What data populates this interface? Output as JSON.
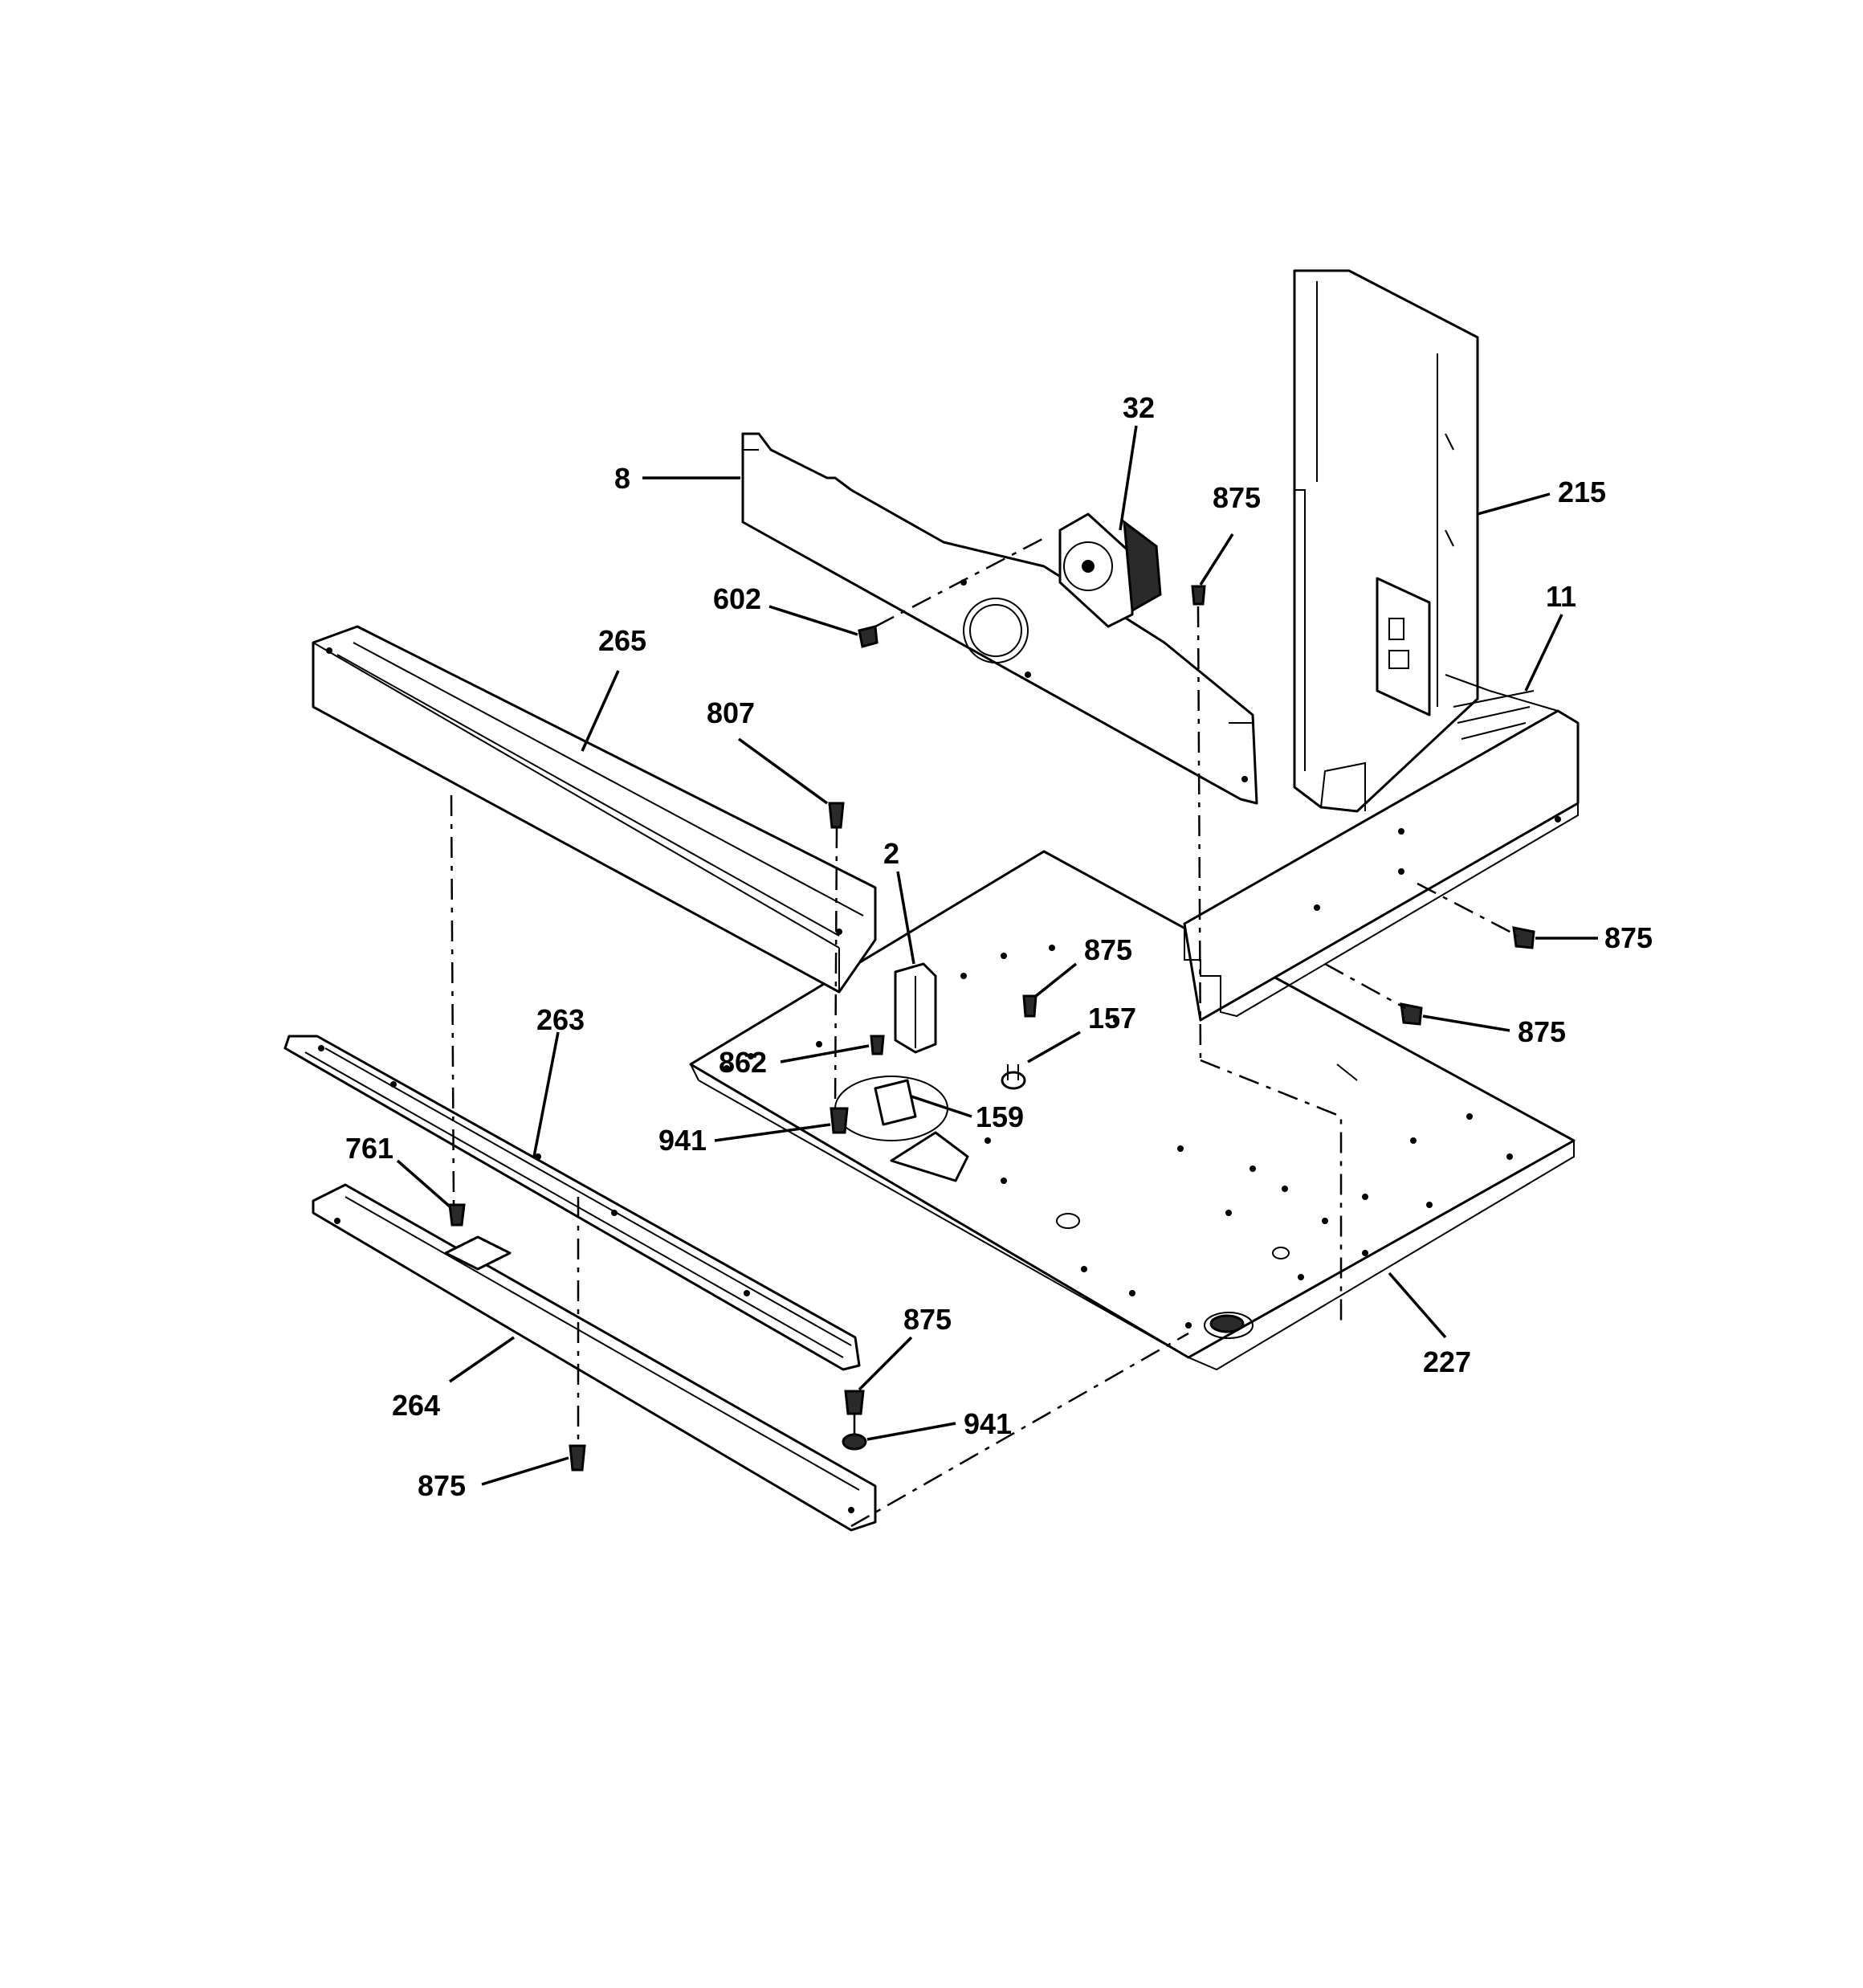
{
  "callouts": {
    "c8": "8",
    "c32": "32",
    "c875_top": "875",
    "c215": "215",
    "c11": "11",
    "c602": "602",
    "c265": "265",
    "c807": "807",
    "c2": "2",
    "c875_mid": "875",
    "c157": "157",
    "c875_right_a": "875",
    "c875_right_b": "875",
    "c862": "862",
    "c159": "159",
    "c941_left": "941",
    "c263": "263",
    "c761": "761",
    "c875_lower": "875",
    "c941_lower": "941",
    "c264": "264",
    "c875_bottom": "875",
    "c227": "227"
  }
}
